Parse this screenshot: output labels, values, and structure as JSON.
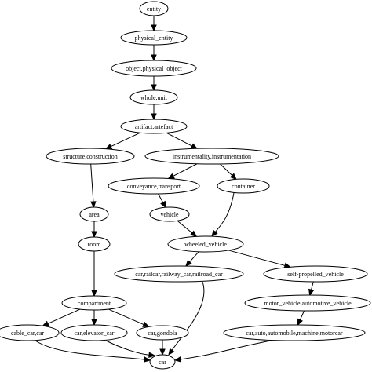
{
  "diagram": {
    "type": "directed-graph",
    "colors": {
      "background": "#ffffff",
      "stroke": "#000000",
      "text": "#000000"
    },
    "nodes": [
      {
        "id": "entity",
        "label": "entity"
      },
      {
        "id": "physical_entity",
        "label": "physical_entity"
      },
      {
        "id": "object",
        "label": "object,physical_object"
      },
      {
        "id": "whole",
        "label": "whole,unit"
      },
      {
        "id": "artifact",
        "label": "artifact,artefact"
      },
      {
        "id": "structure",
        "label": "structure,construction"
      },
      {
        "id": "instrumentality",
        "label": "instrumentality,instrumentation"
      },
      {
        "id": "conveyance",
        "label": "conveyance,transport"
      },
      {
        "id": "container",
        "label": "container"
      },
      {
        "id": "area",
        "label": "area"
      },
      {
        "id": "vehicle",
        "label": "vehicle"
      },
      {
        "id": "room",
        "label": "room"
      },
      {
        "id": "wheeled_vehicle",
        "label": "wheeled_vehicle"
      },
      {
        "id": "railcar",
        "label": "car,railcar,railway_car,railroad_car"
      },
      {
        "id": "self_propelled",
        "label": "self-propelled_vehicle"
      },
      {
        "id": "compartment",
        "label": "compartment"
      },
      {
        "id": "motor_vehicle",
        "label": "motor_vehicle,automotive_vehicle"
      },
      {
        "id": "cable_car",
        "label": "cable_car,car"
      },
      {
        "id": "elevator_car",
        "label": "car,elevator_car"
      },
      {
        "id": "gondola",
        "label": "car,gondola"
      },
      {
        "id": "automobile",
        "label": "car,auto,automobile,machine,motorcar"
      },
      {
        "id": "car",
        "label": "car"
      }
    ],
    "edges": [
      {
        "from": "entity",
        "to": "physical_entity"
      },
      {
        "from": "physical_entity",
        "to": "object"
      },
      {
        "from": "object",
        "to": "whole"
      },
      {
        "from": "whole",
        "to": "artifact"
      },
      {
        "from": "artifact",
        "to": "structure"
      },
      {
        "from": "artifact",
        "to": "instrumentality"
      },
      {
        "from": "structure",
        "to": "area"
      },
      {
        "from": "instrumentality",
        "to": "conveyance"
      },
      {
        "from": "instrumentality",
        "to": "container"
      },
      {
        "from": "conveyance",
        "to": "vehicle"
      },
      {
        "from": "area",
        "to": "room"
      },
      {
        "from": "vehicle",
        "to": "wheeled_vehicle"
      },
      {
        "from": "container",
        "to": "wheeled_vehicle"
      },
      {
        "from": "room",
        "to": "compartment"
      },
      {
        "from": "wheeled_vehicle",
        "to": "railcar"
      },
      {
        "from": "wheeled_vehicle",
        "to": "self_propelled"
      },
      {
        "from": "self_propelled",
        "to": "motor_vehicle"
      },
      {
        "from": "compartment",
        "to": "cable_car"
      },
      {
        "from": "compartment",
        "to": "elevator_car"
      },
      {
        "from": "compartment",
        "to": "gondola"
      },
      {
        "from": "motor_vehicle",
        "to": "automobile"
      },
      {
        "from": "cable_car",
        "to": "car"
      },
      {
        "from": "elevator_car",
        "to": "car"
      },
      {
        "from": "gondola",
        "to": "car"
      },
      {
        "from": "railcar",
        "to": "car"
      },
      {
        "from": "automobile",
        "to": "car"
      }
    ]
  }
}
